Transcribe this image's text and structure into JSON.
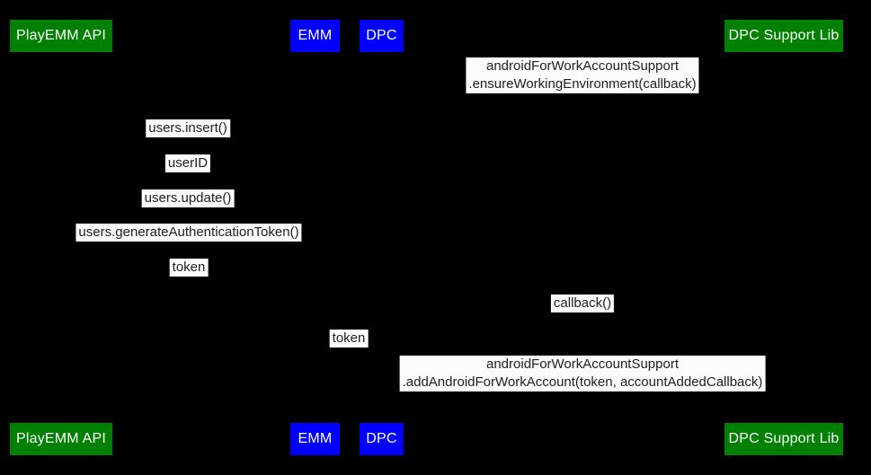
{
  "diagram": {
    "background_color": "#000000",
    "label_bg_color": "#fcfcfc",
    "label_text_color": "#212121",
    "actor_text_color": "#ffffff",
    "actor_colors": {
      "green": "#008000",
      "blue": "#0000ff"
    },
    "actors": [
      {
        "label": "PlayEMM API",
        "color": "#008000"
      },
      {
        "label": "EMM",
        "color": "#0000ff"
      },
      {
        "label": "DPC",
        "color": "#0000ff"
      },
      {
        "label": "DPC Support Lib",
        "color": "#008000"
      }
    ],
    "messages": [
      {
        "lines": [
          "androidForWorkAccountSupport",
          ".ensureWorkingEnvironment(callback)"
        ]
      },
      {
        "lines": [
          "users.insert()"
        ]
      },
      {
        "lines": [
          "userID"
        ]
      },
      {
        "lines": [
          "users.update()"
        ]
      },
      {
        "lines": [
          "users.generateAuthenticationToken()"
        ]
      },
      {
        "lines": [
          "token"
        ]
      },
      {
        "lines": [
          "callback()"
        ]
      },
      {
        "lines": [
          "token"
        ]
      },
      {
        "lines": [
          "androidForWorkAccountSupport",
          ".addAndroidForWorkAccount(token, accountAddedCallback)"
        ]
      }
    ]
  }
}
